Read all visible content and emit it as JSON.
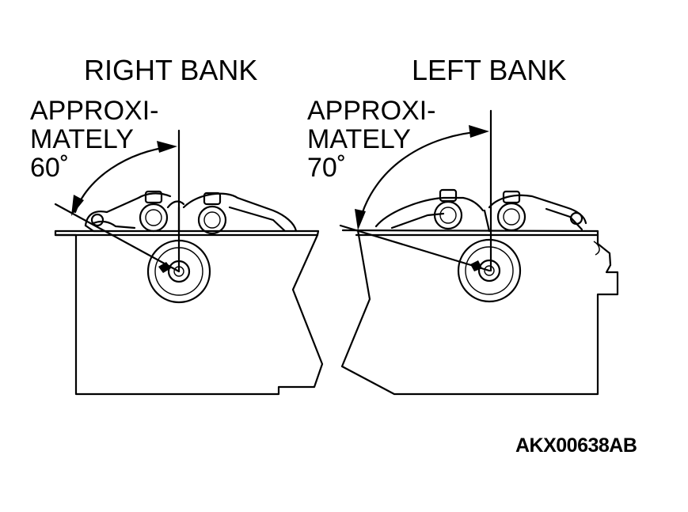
{
  "right_bank": {
    "title": "RIGHT BANK",
    "angle_line1": "APPROXI-",
    "angle_line2": "MATELY",
    "angle_line3": "60˚"
  },
  "left_bank": {
    "title": "LEFT BANK",
    "angle_line1": "APPROXI-",
    "angle_line2": "MATELY",
    "angle_line3": "70˚"
  },
  "figure_code": "AKX00638AB"
}
